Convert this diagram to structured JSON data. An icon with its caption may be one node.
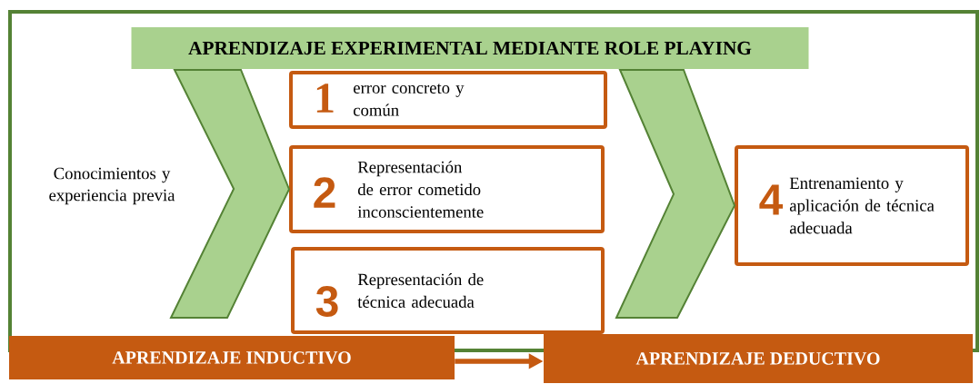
{
  "diagram": {
    "nodes": [
      {
        "text": [
          "APRENDIZAJE EXPERIMENTAL MEDIANTE ROLE PLAYING"
        ]
      },
      {
        "text": [
          "Conocimientos y experiencia previa"
        ]
      },
      {
        "text": [
          "1",
          "error concreto y común"
        ]
      },
      {
        "text": [
          "2",
          "Representación de error cometido inconscientemente"
        ]
      },
      {
        "text": [
          "3",
          "Representación de técnica adecuada"
        ]
      },
      {
        "text": [
          "4",
          "Entrenamiento y aplicación de técnica adecuada"
        ]
      },
      {
        "text": [
          "APRENDIZAJE INDUCTIVO"
        ]
      },
      {
        "text": [
          "APRENDIZAJE DEDUCTIVO"
        ]
      }
    ],
    "edges": [
      {
        "from": 1,
        "to": 2,
        "arrow": "to"
      },
      {
        "from": 1,
        "to": 3,
        "arrow": "to"
      },
      {
        "from": 1,
        "to": 4,
        "arrow": "to"
      },
      {
        "from": 2,
        "to": 5,
        "arrow": "to"
      },
      {
        "from": 3,
        "to": 5,
        "arrow": "to"
      },
      {
        "from": 4,
        "to": 5,
        "arrow": "to"
      },
      {
        "from": 6,
        "to": 7,
        "arrow": "to",
        "color": "#c55a11"
      }
    ]
  }
}
